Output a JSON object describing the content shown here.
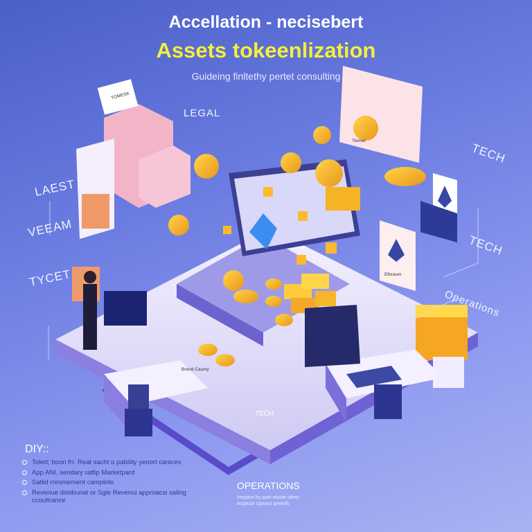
{
  "header": {
    "title": "Accellation - necisebert",
    "subtitle": "Assets tokeenlization",
    "tagline": "Guideing finltethy pertet consulting"
  },
  "labels": {
    "legal": "LEGAL",
    "laest": "LAEST",
    "veeam": "VEEAM",
    "tycet": "TYCET",
    "tech_top": "TECH",
    "tech_mid": "TECH",
    "tech_center": "TECH",
    "operations_right": "Operations",
    "ethereum_card": "Ethraum",
    "document_tag": "TOMESK",
    "app_screen_label": "Tiemer",
    "coins_tag": "Bnerd Caumy"
  },
  "diy": {
    "heading": "DIY::",
    "items": [
      "Tolert; boon frr. Reat sacht o pability yenort canices",
      "App ANI, sendary ratfip Marketpard",
      "Satlid rresmement camplote",
      "Revenue distibunat or Sgle Revenui approacsi saling ccoultrance"
    ]
  },
  "operations": {
    "heading": "OPERATIONS",
    "description": "Ireppice fry aset ebolar ideny oiopiuse cpoans greinds"
  },
  "colors": {
    "background": "#5d6fd8",
    "title_accent": "#f6ef3a",
    "coin": "#f5b623",
    "platform": "#e9e6fb",
    "track": "#5a4cc9"
  }
}
